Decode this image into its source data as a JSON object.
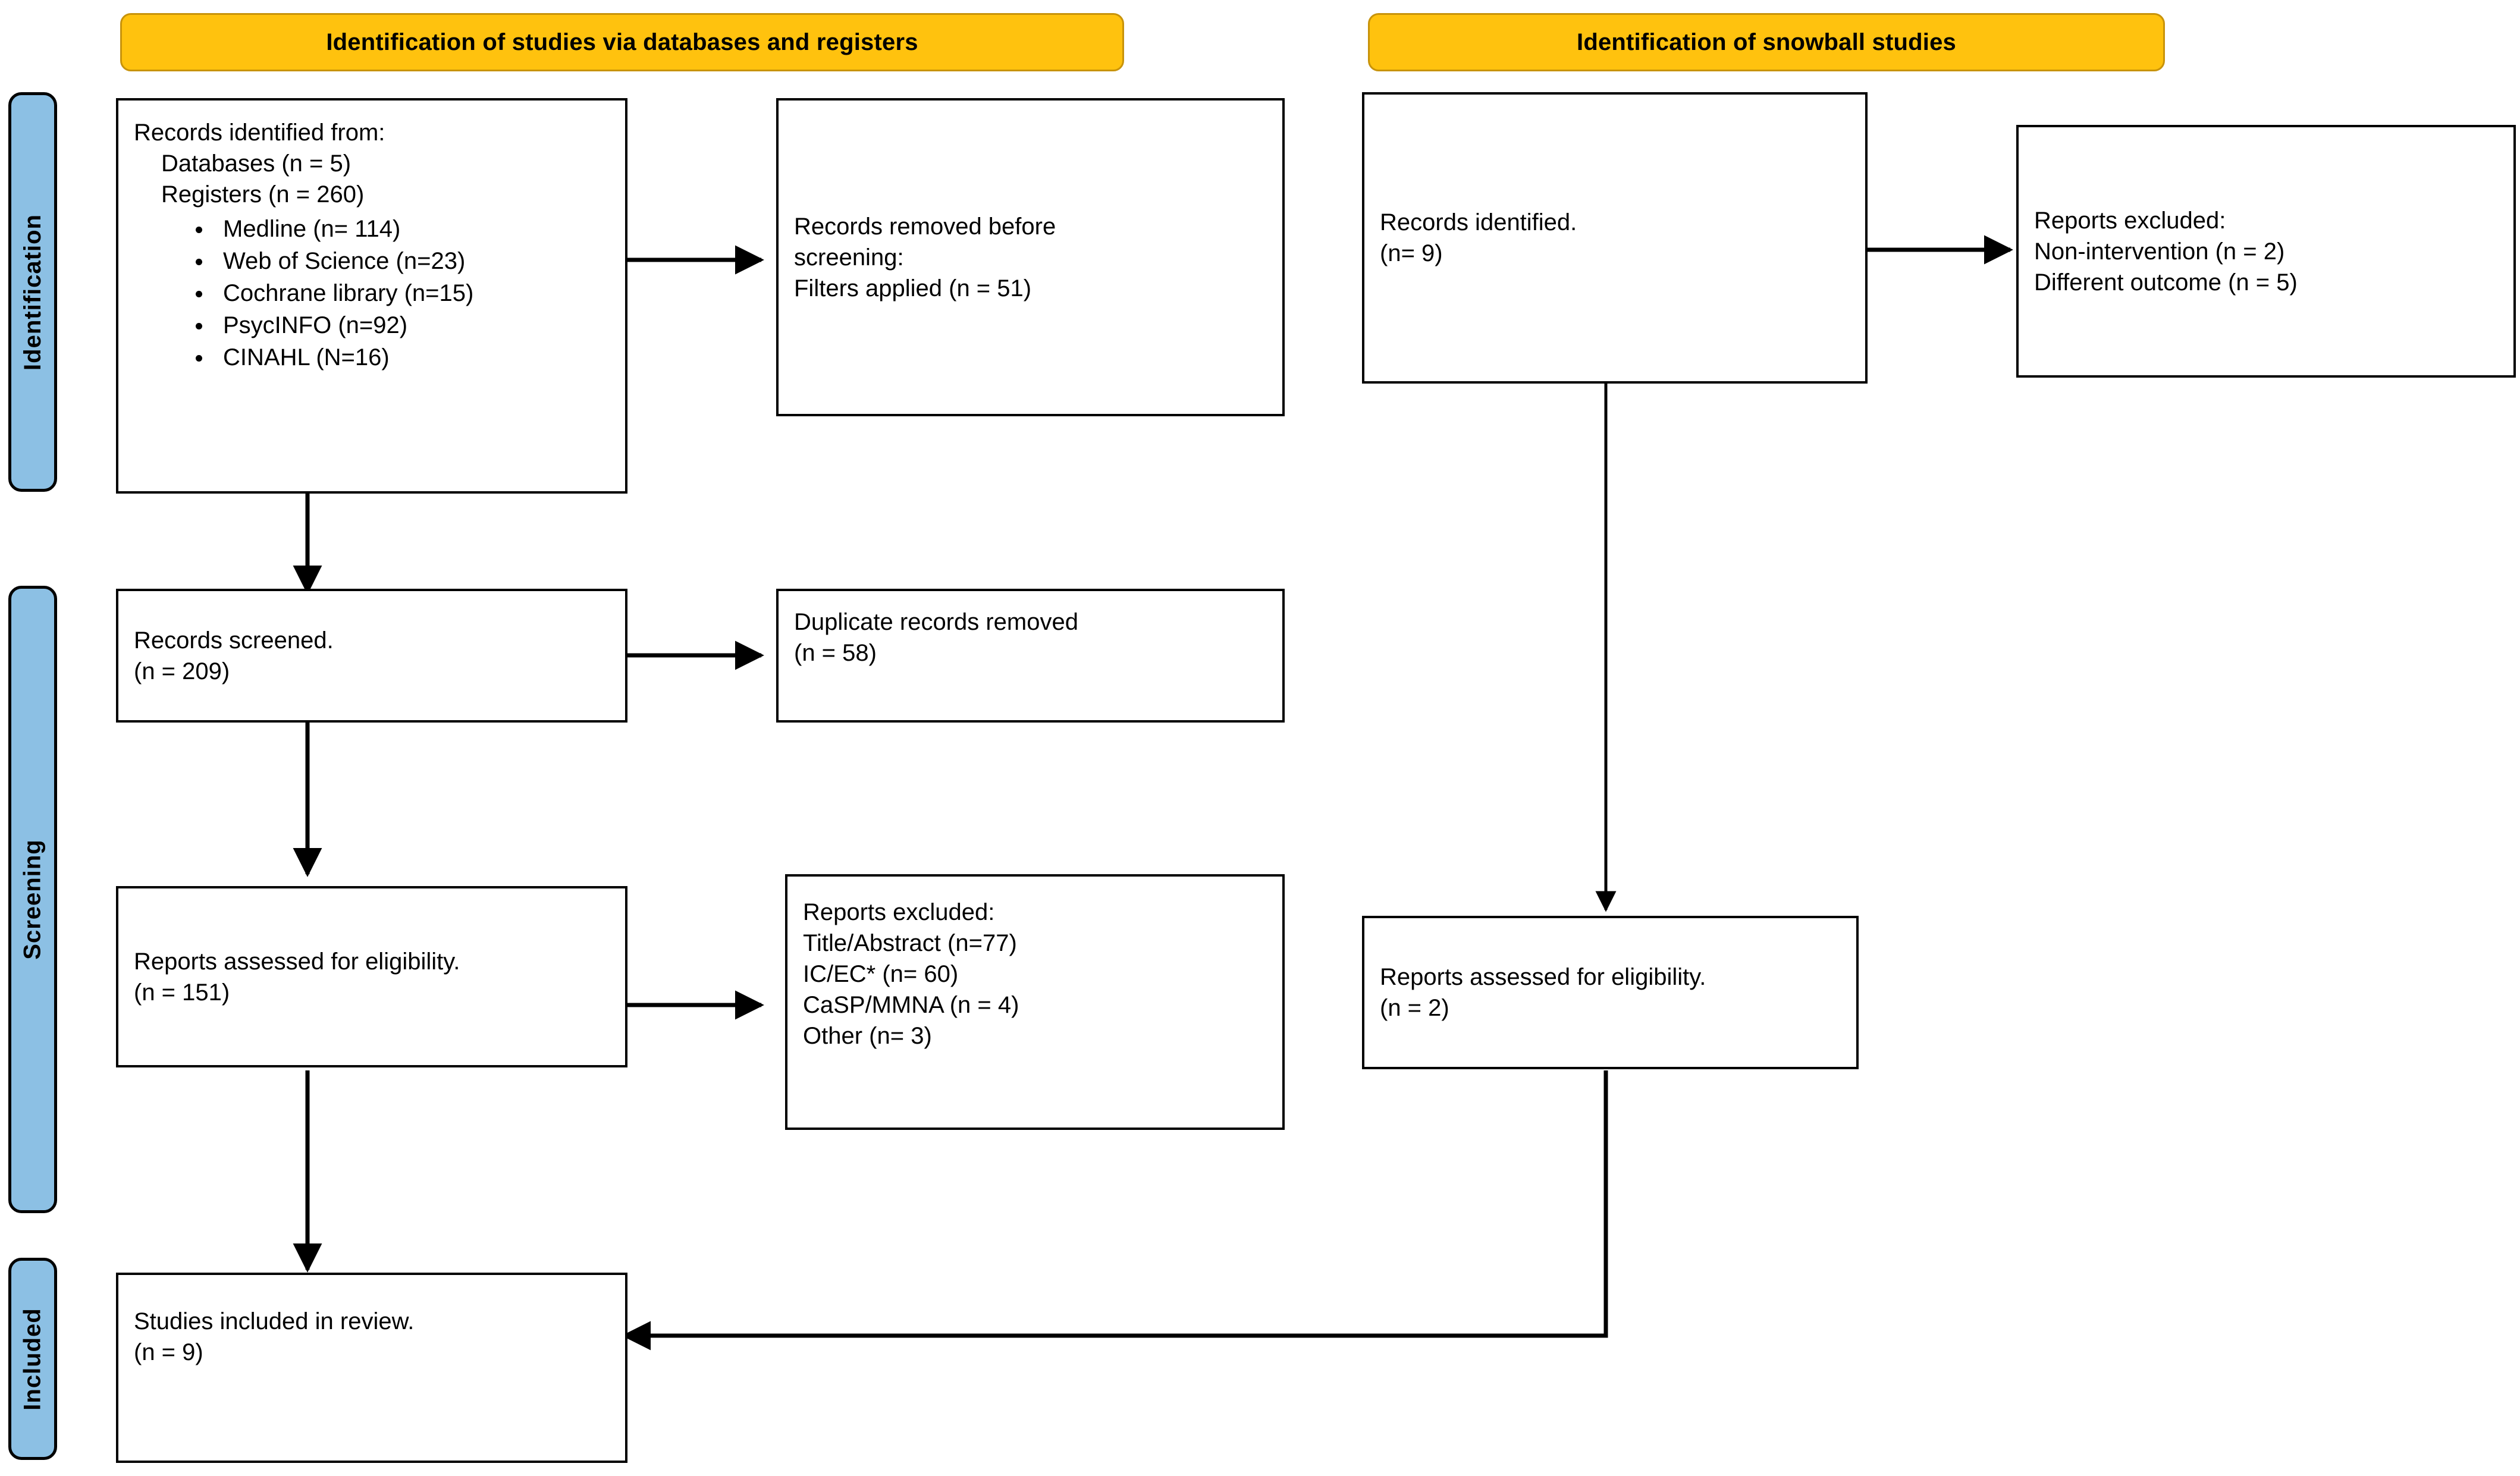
{
  "diagram": {
    "type": "PRISMA flow diagram",
    "headers": [
      {
        "id": "db-header",
        "label": "Identification of studies via databases and registers"
      },
      {
        "id": "snowball-header",
        "label": "Identification of snowball studies"
      }
    ],
    "stage_labels": [
      {
        "id": "stage-identification",
        "label": "Identification"
      },
      {
        "id": "stage-screening",
        "label": "Screening"
      },
      {
        "id": "stage-included",
        "label": "Included"
      }
    ],
    "boxes": {
      "records_identified": {
        "line1": "Records identified from:",
        "line2": "Databases (n = 5)",
        "line3": "Registers (n = 260)",
        "sources": [
          "Medline (n= 114)",
          "Web of Science (n=23)",
          "Cochrane library (n=15)",
          "PsycINFO (n=92)",
          "CINAHL (N=16)"
        ]
      },
      "records_removed": {
        "line1_a": "Records removed ",
        "line1_b": "before",
        "line2": "screening",
        "line2_tail": ":",
        "line3": "Filters applied (n = 51)"
      },
      "records_screened": {
        "line1": "Records screened.",
        "line2": "(n = 209)"
      },
      "duplicates_removed": {
        "line1": "Duplicate records removed",
        "line2": "(n = 58)"
      },
      "reports_assessed_db": {
        "line1": "Reports assessed for eligibility.",
        "line2": "(n = 151)"
      },
      "reports_excluded_db": {
        "line1": "Reports excluded:",
        "line2": "Title/Abstract (n=77)",
        "line3": "IC/EC* (n= 60)",
        "line4": "CaSP/MMNA (n = 4)",
        "line5": "Other (n= 3)"
      },
      "studies_included": {
        "line1": "Studies included in review.",
        "line2": "(n = 9)"
      },
      "snowball_identified": {
        "line1": "Records identified.",
        "line2": "(n= 9)"
      },
      "snowball_excluded": {
        "line1": "Reports excluded:",
        "line2": "Non-intervention (n = 2)",
        "line3": "Different outcome (n = 5)"
      },
      "reports_assessed_snowball": {
        "line1": "Reports assessed for eligibility.",
        "line2": "(n = 2)"
      }
    },
    "colors": {
      "header_fill": "#FFC20E",
      "header_border": "#C8930A",
      "stage_fill": "#8CC0E4",
      "box_border": "#000000",
      "connector": "#000000",
      "background": "#FFFFFF"
    }
  }
}
